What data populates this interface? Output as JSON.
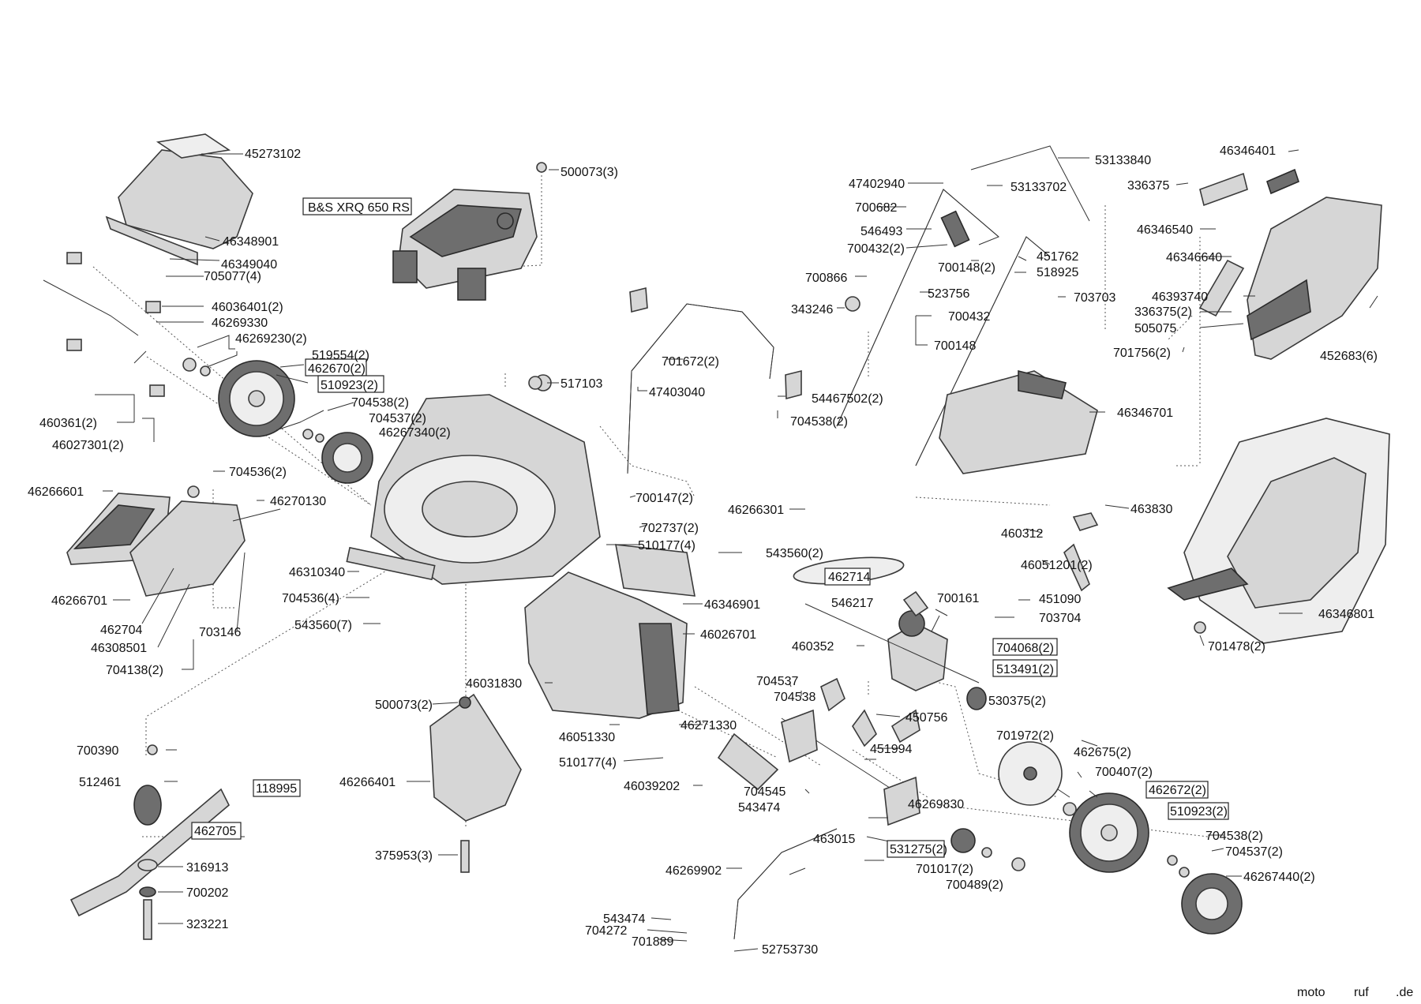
{
  "engine_label": "B&S XRQ 650 RS",
  "watermark": {
    "part_a": "moto",
    "part_b": "ruf",
    "suffix": ".de"
  },
  "labels": {
    "l45273102": "45273102",
    "l46348901": "46348901",
    "l46349040": "46349040",
    "l705077": "705077(4)",
    "l46036401": "46036401(2)",
    "l46269330": "46269330",
    "l46269230": "46269230(2)",
    "l519554": "519554(2)",
    "l462670": "462670(2)",
    "l510923a": "510923(2)",
    "l704538a": "704538(2)",
    "l704537a": "704537(2)",
    "l46267340": "46267340(2)",
    "l460361": "460361(2)",
    "l46027301": "46027301(2)",
    "l500073a": "500073(3)",
    "l517103": "517103",
    "l47403040": "47403040",
    "l701672": "701672(2)",
    "l54467502": "54467502(2)",
    "l704538b": "704538(2)",
    "l47402940": "47402940",
    "l53133840": "53133840",
    "l53133702": "53133702",
    "l700682": "700682",
    "l546493": "546493",
    "l700432a": "700432(2)",
    "l700148a": "700148(2)",
    "l451762": "451762",
    "l518925": "518925",
    "l700866": "700866",
    "l523756": "523756",
    "l703703": "703703",
    "l343246": "343246",
    "l700432b": "700432",
    "l700148b": "700148",
    "l46346401": "46346401",
    "l336375a": "336375",
    "l46346540": "46346540",
    "l46346640": "46346640",
    "l46393740": "46393740",
    "l336375b": "336375(2)",
    "l505075": "505075",
    "l701756": "701756(2)",
    "l452683": "452683(6)",
    "l46346701": "46346701",
    "l46266601": "46266601",
    "l704536a": "704536(2)",
    "l46270130": "46270130",
    "l46266701": "46266701",
    "l462704": "462704",
    "l46308501": "46308501",
    "l703146": "703146",
    "l704138": "704138(2)",
    "l46310340": "46310340",
    "l704536b": "704536(4)",
    "l543560a": "543560(7)",
    "l700147": "700147(2)",
    "l702737": "702737(2)",
    "l510177a": "510177(4)",
    "l46266301": "46266301",
    "l543560b": "543560(2)",
    "l46346901": "46346901",
    "l46026701": "46026701",
    "l463830": "463830",
    "l460312": "460312",
    "l46051201": "46051201(2)",
    "l462714": "462714",
    "l451090": "451090",
    "l700161": "700161",
    "l546217": "546217",
    "l703704": "703704",
    "l460352": "460352",
    "l704068": "704068(2)",
    "l513491": "513491(2)",
    "l46346801": "46346801",
    "l701478": "701478(2)",
    "l46031830": "46031830",
    "l500073b": "500073(2)",
    "l704537b": "704537",
    "l704538c": "704538",
    "l530375": "530375(2)",
    "l450756": "450756",
    "l451994": "451994",
    "l46051330": "46051330",
    "l46271330": "46271330",
    "l510177b": "510177(4)",
    "l46039202": "46039202",
    "l701972": "701972(2)",
    "l462675": "462675(2)",
    "l700407": "700407(2)",
    "l462672": "462672(2)",
    "l510923b": "510923(2)",
    "l700390": "700390",
    "l512461": "512461",
    "l118995": "118995",
    "l462705": "462705",
    "l316913": "316913",
    "l700202": "700202",
    "l323221": "323221",
    "l46266401": "46266401",
    "l375953": "375953(3)",
    "l704545": "704545",
    "l543474a": "543474",
    "l46269830": "46269830",
    "l463015": "463015",
    "l531275": "531275(2)",
    "l701017": "701017(2)",
    "l700489": "700489(2)",
    "l704538d": "704538(2)",
    "l704537c": "704537(2)",
    "l46267440": "46267440(2)",
    "l46269902": "46269902",
    "l543474b": "543474",
    "l704272": "704272",
    "l701889": "701889",
    "l52753730": "52753730"
  }
}
